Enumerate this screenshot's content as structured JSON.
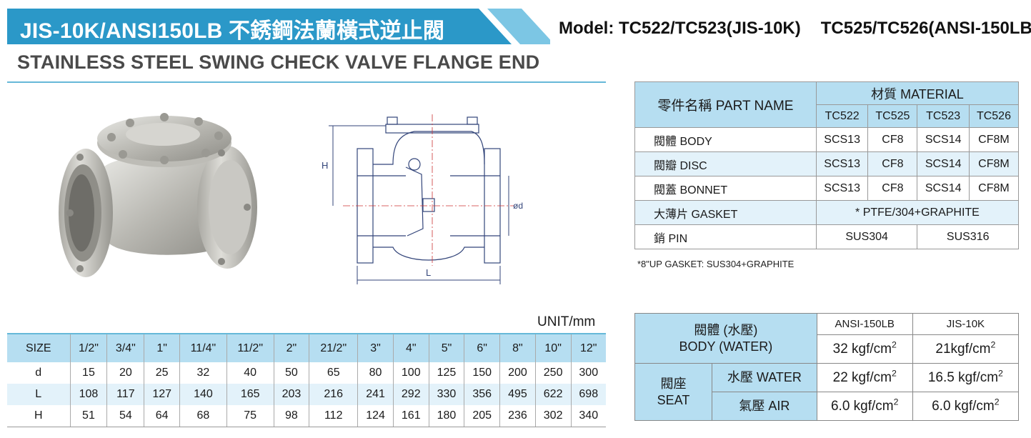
{
  "header": {
    "title": "JIS-10K/ANSI150LB 不銹鋼法蘭橫式逆止閥",
    "subtitle": "STAINLESS STEEL SWING CHECK VALVE FLANGE END",
    "model_jis": "Model: TC522/TC523(JIS-10K)",
    "model_ansi": "TC525/TC526(ANSI-150LB)",
    "accent_color": "#2b98c8"
  },
  "drawing": {
    "label_h": "H",
    "label_d": "ød",
    "label_l": "L"
  },
  "material_table": {
    "part_header": "零件名稱  PART NAME",
    "material_header": "材質  MATERIAL",
    "models": [
      "TC522",
      "TC525",
      "TC523",
      "TC526"
    ],
    "rows": [
      {
        "part": "閥體  BODY",
        "values": [
          "SCS13",
          "CF8",
          "SCS14",
          "CF8M"
        ]
      },
      {
        "part": "閥瓣  DISC",
        "values": [
          "SCS13",
          "CF8",
          "SCS14",
          "CF8M"
        ]
      },
      {
        "part": "閥蓋  BONNET",
        "values": [
          "SCS13",
          "CF8",
          "SCS14",
          "CF8M"
        ]
      }
    ],
    "gasket": {
      "part": "大薄片  GASKET",
      "value": "* PTFE/304+GRAPHITE"
    },
    "pin": {
      "part": "銷  PIN",
      "value_a": "SUS304",
      "value_b": "SUS316"
    },
    "note": "*8\"UP GASKET: SUS304+GRAPHITE"
  },
  "size_table": {
    "unit": "UNIT/mm",
    "header": [
      "SIZE",
      "1/2\"",
      "3/4\"",
      "1\"",
      "11/4\"",
      "11/2\"",
      "2\"",
      "21/2\"",
      "3\"",
      "4\"",
      "5\"",
      "6\"",
      "8\"",
      "10\"",
      "12\""
    ],
    "rows": [
      [
        "d",
        "15",
        "20",
        "25",
        "32",
        "40",
        "50",
        "65",
        "80",
        "100",
        "125",
        "150",
        "200",
        "250",
        "300"
      ],
      [
        "L",
        "108",
        "117",
        "127",
        "140",
        "165",
        "203",
        "216",
        "241",
        "292",
        "330",
        "356",
        "495",
        "622",
        "698"
      ],
      [
        "H",
        "51",
        "54",
        "64",
        "68",
        "75",
        "98",
        "112",
        "124",
        "161",
        "180",
        "205",
        "236",
        "302",
        "340"
      ]
    ]
  },
  "pressure_table": {
    "col_ansi": "ANSI-150LB",
    "col_jis": "JIS-10K",
    "body_label_cn": "閥體 (水壓)",
    "body_label_en": "BODY (WATER)",
    "body_ansi": "32 kgf/cm",
    "body_jis": "21kgf/cm",
    "seat_label_cn": "閥座",
    "seat_label_en": "SEAT",
    "water_label": "水壓  WATER",
    "water_ansi": "22 kgf/cm",
    "water_jis": "16.5 kgf/cm",
    "air_label": "氣壓  AIR",
    "air_ansi": "6.0 kgf/cm",
    "air_jis": "6.0 kgf/cm",
    "exp": "2"
  }
}
